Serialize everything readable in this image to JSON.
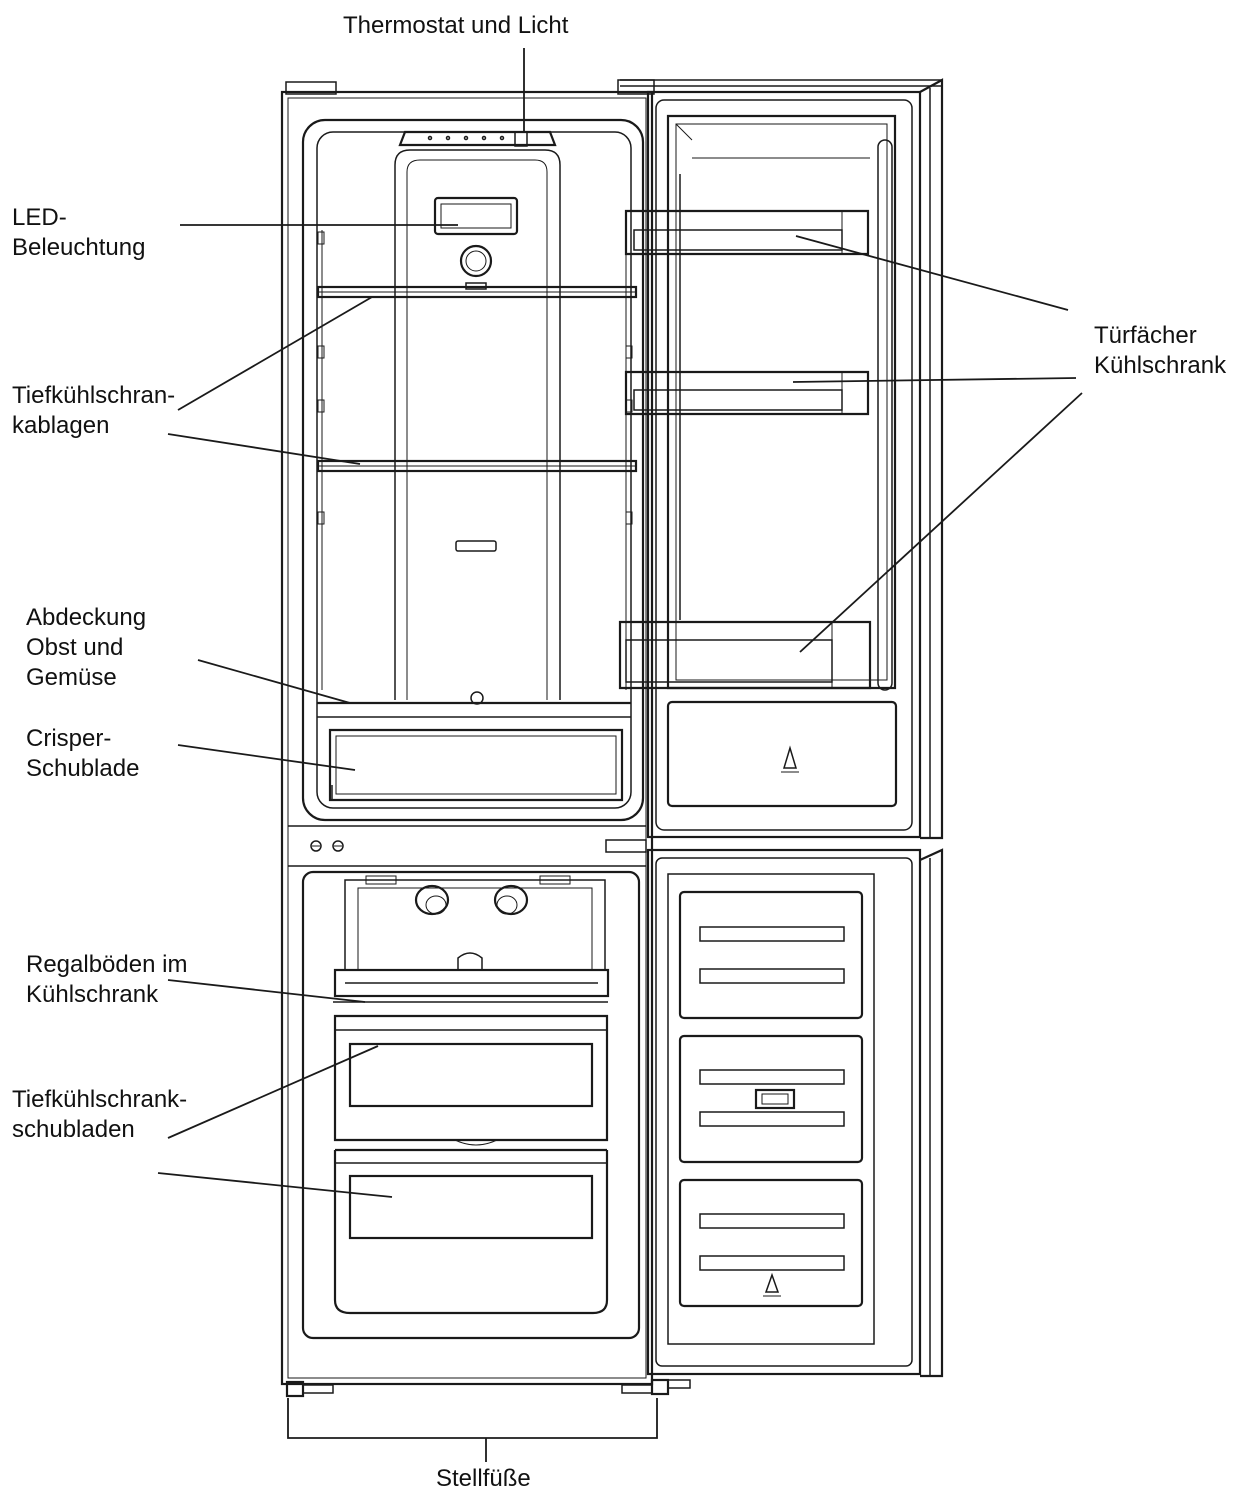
{
  "labels": {
    "thermostat": [
      "Thermostat und Licht"
    ],
    "led": [
      "LED-",
      "Beleuchtung"
    ],
    "freezer_shelves": [
      "Tiefkühlschran-",
      "kablagen"
    ],
    "crisper_cover": [
      "Abdeckung",
      "Obst und",
      "Gemüse"
    ],
    "crisper_drawer": [
      "Crisper-",
      "Schublade"
    ],
    "fridge_shelves": [
      "Regalböden im",
      "Kühlschrank"
    ],
    "freezer_drawers": [
      "Tiefkühlschrank-",
      "schubladen"
    ],
    "door_bins": [
      "Türfächer",
      "Kühlschrank"
    ],
    "feet": [
      "Stellfüße"
    ]
  }
}
